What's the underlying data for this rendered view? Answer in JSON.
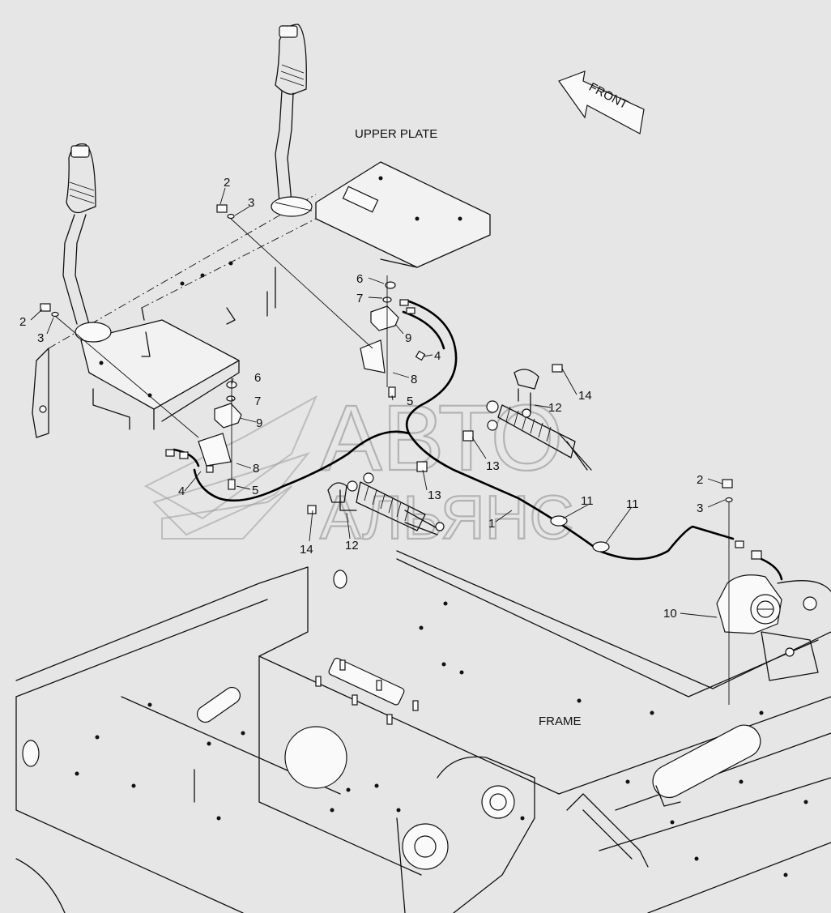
{
  "labels": {
    "upper_plate": "UPPER PLATE",
    "frame": "FRAME",
    "front": "FRONT"
  },
  "watermark": {
    "line1": "АВТО",
    "line2": "АЛЬЯНС"
  },
  "callouts": {
    "c2a": "2",
    "c3a": "3",
    "c2b": "2",
    "c3b": "3",
    "c6a": "6",
    "c7a": "7",
    "c9a": "9",
    "c4a": "4",
    "c8a": "8",
    "c5a": "5",
    "c6b": "6",
    "c7b": "7",
    "c9b": "9",
    "c8b": "8",
    "c4b": "4",
    "c5b": "5",
    "c14a": "14",
    "c12a": "12",
    "c13a": "13",
    "c13b": "13",
    "c14b": "14",
    "c12b": "12",
    "c11a": "11",
    "c11b": "11",
    "c1": "1",
    "c2c": "2",
    "c3c": "3",
    "c10": "10"
  }
}
